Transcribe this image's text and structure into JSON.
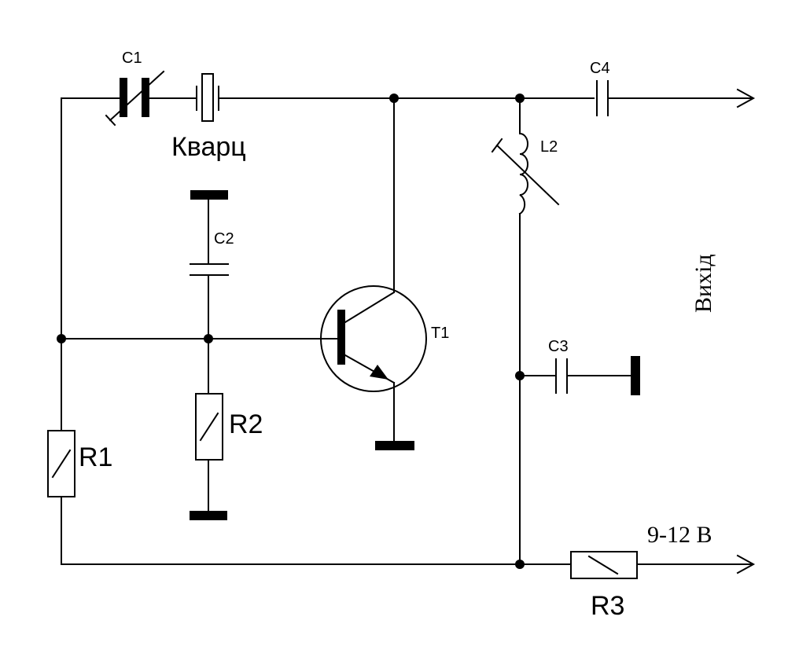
{
  "labels": {
    "c1": "C1",
    "quartz": "Кварц",
    "c2": "C2",
    "c4": "C4",
    "l2": "L2",
    "t1": "T1",
    "c3": "C3",
    "r1": "R1",
    "r2": "R2",
    "r3": "R3",
    "output": "Вихід",
    "supply": "9-12 В"
  }
}
